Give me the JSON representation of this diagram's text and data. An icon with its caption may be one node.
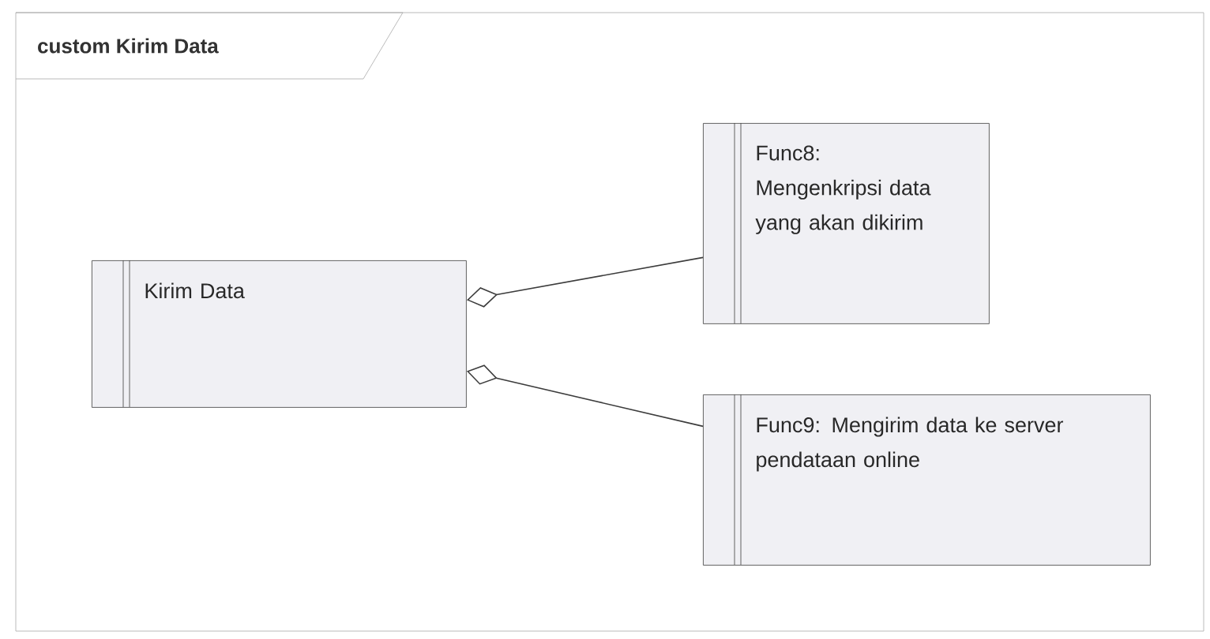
{
  "diagram": {
    "title": "custom Kirim Data",
    "nodes": [
      {
        "text": [
          "Kirim Data"
        ]
      },
      {
        "text": [
          "Func8: Mengenkripsi data yang akan dikirim"
        ]
      },
      {
        "text": [
          "Func9: Mengirim data ke server pendataan online"
        ]
      }
    ],
    "edges": [
      {
        "from": 0,
        "to": 1,
        "arrow": "other"
      },
      {
        "from": 0,
        "to": 2,
        "arrow": "other"
      }
    ]
  }
}
